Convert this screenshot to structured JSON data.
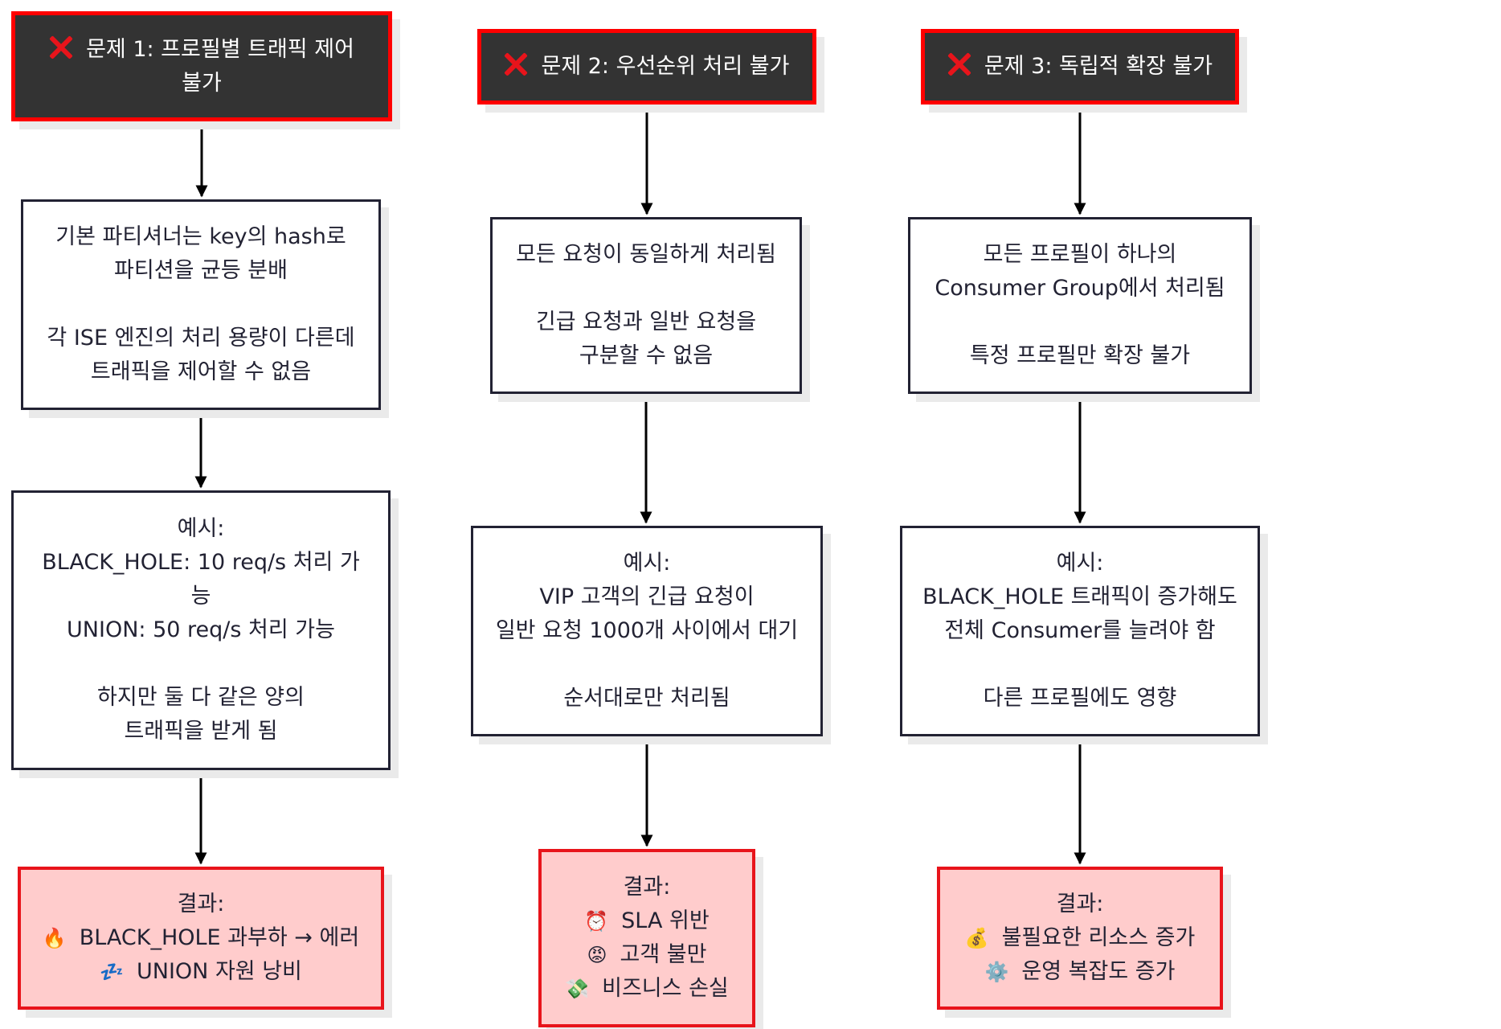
{
  "diagram": {
    "columns": [
      {
        "problem": {
          "lines": [
            "문제 1: 프로필별 트래픽 제어",
            "불가"
          ]
        },
        "cause": {
          "lines": [
            "기본 파티셔너는 key의 hash로",
            "파티션을 균등 분배",
            "",
            "각 ISE 엔진의 처리 용량이 다른데",
            "트래픽을 제어할 수 없음"
          ]
        },
        "example": {
          "lines": [
            "예시:",
            "BLACK_HOLE: 10 req/s 처리 가",
            "능",
            "UNION: 50 req/s 처리 가능",
            "",
            "하지만 둘 다 같은 양의",
            "트래픽을 받게 됨"
          ]
        },
        "result": {
          "title": "결과:",
          "items": [
            {
              "icon": "fire-icon",
              "glyph": "🔥",
              "text": "BLACK_HOLE 과부하 → 에러"
            },
            {
              "icon": "sleeping-icon",
              "glyph": "💤",
              "text": "UNION 자원 낭비"
            }
          ]
        }
      },
      {
        "problem": {
          "lines": [
            "문제 2: 우선순위 처리 불가"
          ]
        },
        "cause": {
          "lines": [
            "모든 요청이 동일하게 처리됨",
            "",
            "긴급 요청과 일반 요청을",
            "구분할 수 없음"
          ]
        },
        "example": {
          "lines": [
            "예시:",
            "VIP 고객의 긴급 요청이",
            "일반 요청 1000개 사이에서 대기",
            "",
            "순서대로만 처리됨"
          ]
        },
        "result": {
          "title": "결과:",
          "items": [
            {
              "icon": "alarm-clock-icon",
              "glyph": "⏰",
              "text": "SLA 위반"
            },
            {
              "icon": "angry-face-icon",
              "glyph": "😡",
              "text": "고객 불만"
            },
            {
              "icon": "money-wings-icon",
              "glyph": "💸",
              "text": "비즈니스 손실"
            }
          ]
        }
      },
      {
        "problem": {
          "lines": [
            "문제 3: 독립적 확장 불가"
          ]
        },
        "cause": {
          "lines": [
            "모든 프로필이 하나의",
            "Consumer Group에서 처리됨",
            "",
            "특정 프로필만 확장 불가"
          ]
        },
        "example": {
          "lines": [
            "예시:",
            "BLACK_HOLE 트래픽이 증가해도",
            "전체 Consumer를 늘려야 함",
            "",
            "다른 프로필에도 영향"
          ]
        },
        "result": {
          "title": "결과:",
          "items": [
            {
              "icon": "money-bag-icon",
              "glyph": "💰",
              "text": "불필요한 리소스 증가"
            },
            {
              "icon": "gear-icon",
              "glyph": "⚙️",
              "text": "운영 복잡도 증가"
            }
          ]
        }
      }
    ],
    "colors": {
      "problem_fill": "#333333",
      "problem_border": "#ff0000",
      "result_fill": "#ffcccc",
      "result_border": "#e8141b",
      "edge": "#000000"
    }
  }
}
